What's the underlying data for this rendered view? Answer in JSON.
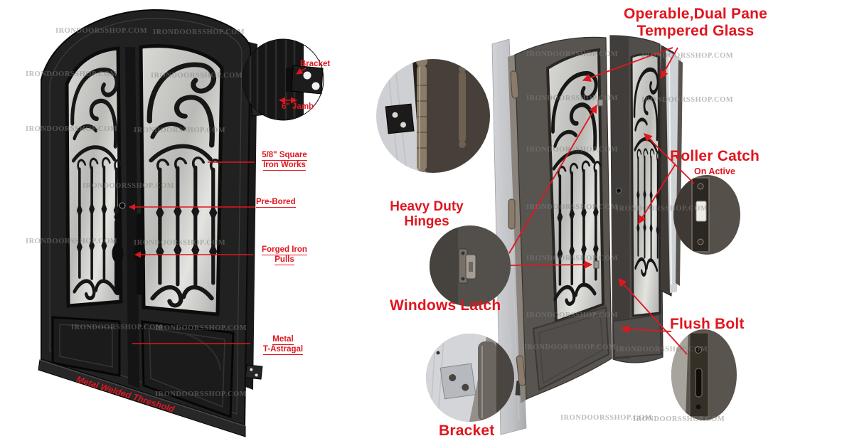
{
  "image_type": "annotated product diagram of wrought-iron double entry doors",
  "watermark": {
    "text": "IRONDOORSSHOP.COM"
  },
  "colors": {
    "accent_red": "#e0161f",
    "door_dark_iron": "#202020",
    "door_gray_bronze": "#585450",
    "jamb_light": "#c9cacd",
    "watermark_gray": "#808080",
    "background": "#ffffff"
  },
  "left_photo": {
    "description": "front view of arched iron double door",
    "labels": {
      "bracket": "Bracket",
      "jamb": "6\" Jamb",
      "ironworks_line1": "5/8\" Square",
      "ironworks_line2": "Iron Works",
      "prebored": "Pre-Bored",
      "pulls_line1": "Forged Iron",
      "pulls_line2": "Pulls",
      "astragal_line1": "Metal",
      "astragal_line2": "T-Astragal",
      "threshold": "Metal Welded Threshold"
    }
  },
  "right_photo": {
    "description": "angled view of door leaves with hardware close-up insets",
    "labels": {
      "operable_line1": "Operable,Dual Pane",
      "operable_line2": "Tempered Glass",
      "hinges_line1": "Heavy Duty",
      "hinges_line2": "Hinges",
      "roller": "Roller Catch",
      "roller_sub": "On Active",
      "windows_latch": "Windows Latch",
      "flush_bolt": "Flush Bolt",
      "bracket": "Bracket"
    }
  }
}
